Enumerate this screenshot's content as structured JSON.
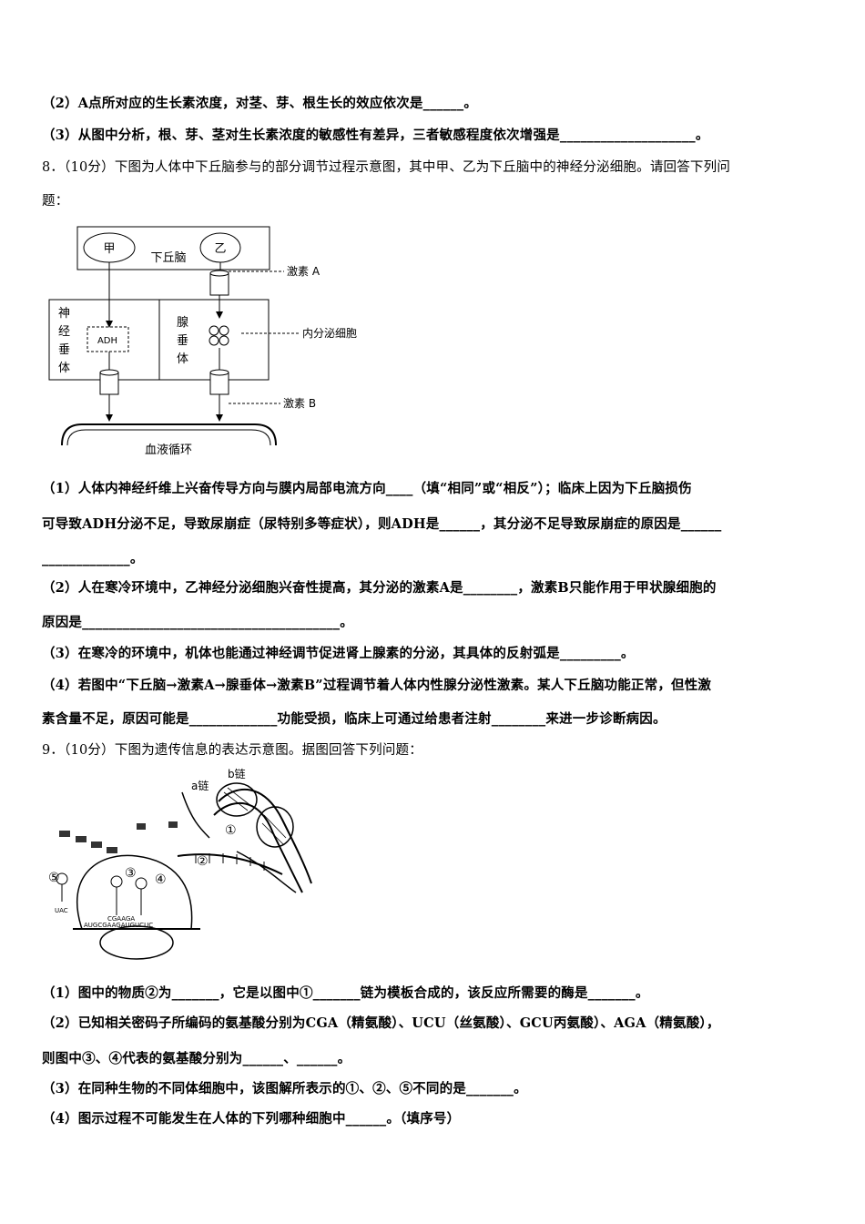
{
  "q7": {
    "p2": "（2）A点所对应的生长素浓度，对茎、芽、根生长的效应依次是______。",
    "p3": "（3）从图中分析，根、芽、茎对生长素浓度的敏感性有差异，三者敏感程度依次增强是____________________。"
  },
  "q8": {
    "stem_a": "8．（10分）下图为人体中下丘脑参与的部分调节过程示意图，其中甲、乙为下丘脑中的神经分泌细胞。请回答下列问",
    "stem_b": "题：",
    "diagram": {
      "jia": "甲",
      "yi": "乙",
      "xiaqiunao": "下丘脑",
      "hormone_a": "激素 A",
      "shen": "神",
      "jing": "经",
      "chui": "垂",
      "ti": "体",
      "adh": "ADH",
      "xian": "腺",
      "chui2": "垂",
      "ti2": "体",
      "endocrine": "内分泌细胞",
      "hormone_b": "激素 B",
      "blood": "血液循环"
    },
    "p1_a": "（1）人体内神经纤维上兴奋传导方向与膜内局部电流方向____（填“相同”或“相反”）；临床上因为下丘脑损伤",
    "p1_b": "可导致ADH分泌不足，导致尿崩症（尿特别多等症状），则ADH是______，其分泌不足导致尿崩症的原因是______",
    "p1_c": "_____________。",
    "p2_a": "（2）人在寒冷环境中，乙神经分泌细胞兴奋性提高，其分泌的激素A是________，激素B只能作用于甲状腺细胞的",
    "p2_b": "原因是______________________________________。",
    "p3": "（3）在寒冷的环境中，机体也能通过神经调节促进肾上腺素的分泌，其具体的反射弧是_________。",
    "p4_a": "（4）若图中“下丘脑→激素A→腺垂体→激素B”过程调节着人体内性腺分泌性激素。某人下丘脑功能正常，但性激",
    "p4_b": "素含量不足，原因可能是_____________功能受损，临床上可通过给患者注射________来进一步诊断病因。"
  },
  "q9": {
    "stem": "9．（10分）下图为遗传信息的表达示意图。据图回答下列问题：",
    "diagram": {
      "b_chain": "b链",
      "a_chain": "a链",
      "n1": "①",
      "n2": "②",
      "n3": "③",
      "n4": "④",
      "n5": "⑤",
      "uac": "UAC",
      "cgaaga": "CGAAGA",
      "mrna": "AUGCGAAGAUGUCUC"
    },
    "p1": "（1）图中的物质②为_______，它是以图中①_______链为模板合成的，该反应所需要的酶是_______。",
    "p2_a": "（2）已知相关密码子所编码的氨基酸分别为CGA（精氨酸）、UCU（丝氨酸）、GCU丙氨酸）、AGA（精氨酸），",
    "p2_b": "则图中③、④代表的氨基酸分别为______、______。",
    "p3": "（3）在同种生物的不同体细胞中，该图解所表示的①、②、⑤不同的是_______。",
    "p4": "（4）图示过程不可能发生在人体的下列哪种细胞中______。（填序号）"
  }
}
